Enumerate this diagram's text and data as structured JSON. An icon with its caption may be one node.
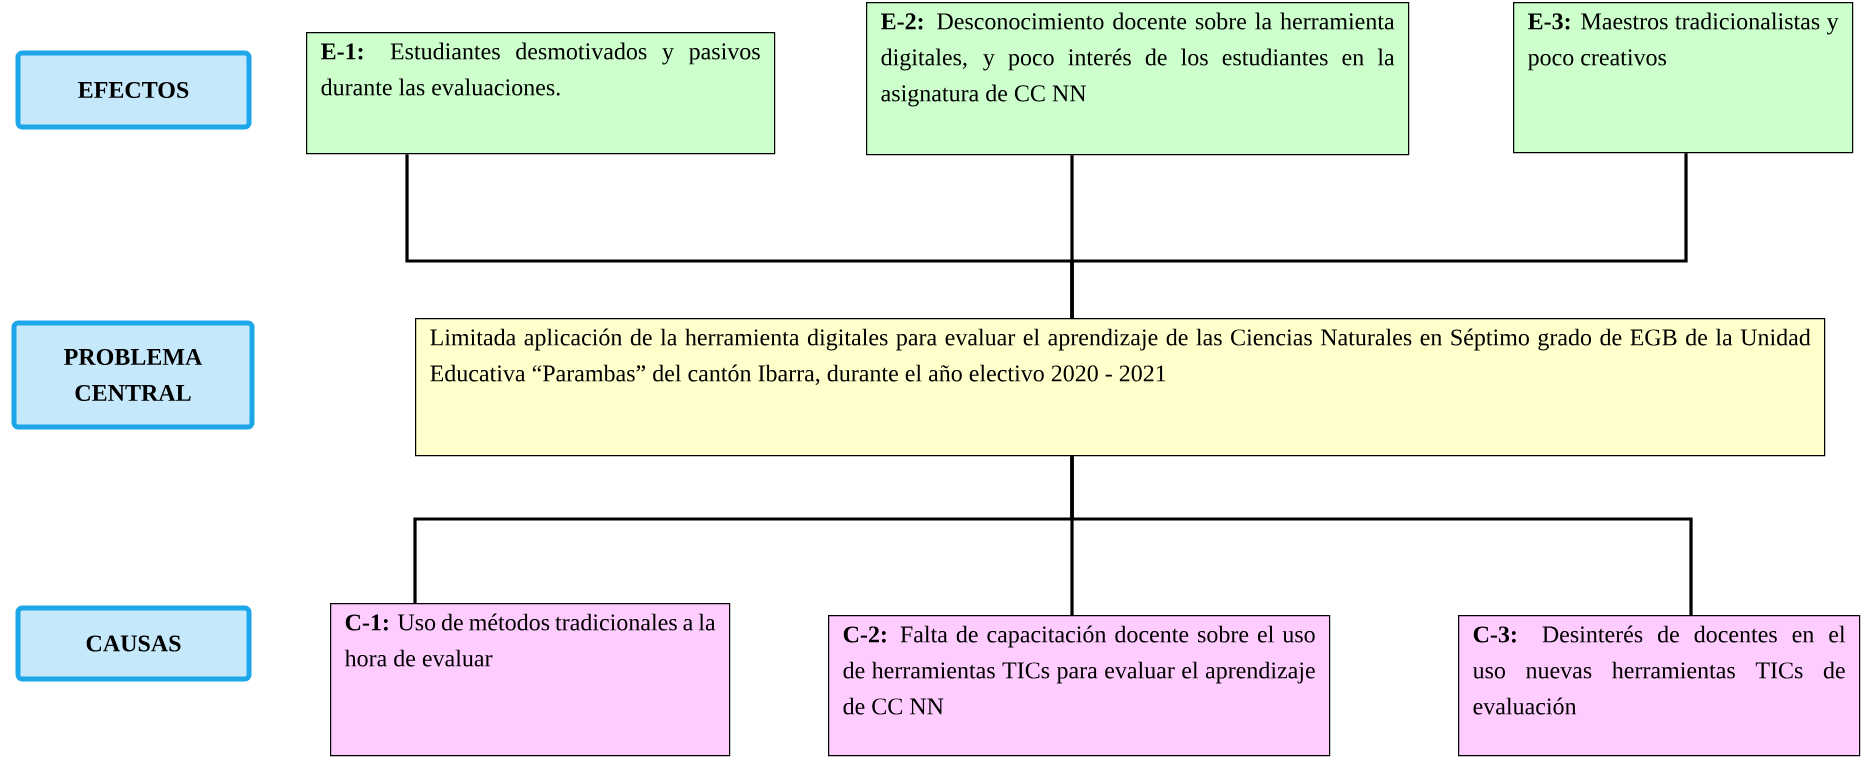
{
  "diagram": {
    "nodes": [
      {
        "text": [
          "EFECTOS"
        ]
      },
      {
        "text": [
          "**E-1:** Estudiantes desmotivados y pasivos durante las evaluaciones."
        ]
      },
      {
        "text": [
          "**E-2:** Desconocimiento docente sobre la herramienta digitales, y poco interés de los estudiantes en la asignatura de CC NN"
        ]
      },
      {
        "text": [
          "**E-3:** Maestros tradicionalistas y poco creativos"
        ]
      },
      {
        "text": [
          "PROBLEMA CENTRAL"
        ]
      },
      {
        "text": [
          "Limitada aplicación de la herramienta digitales para evaluar el aprendizaje de las Ciencias Naturales en Séptimo grado de EGB de la Unidad Educativa “Parambas” del cantón Ibarra, durante el año electivo 2020 - 2021"
        ]
      },
      {
        "text": [
          "CAUSAS"
        ]
      },
      {
        "text": [
          "**C-1:** Uso de métodos tradicionales a la hora de evaluar"
        ]
      },
      {
        "text": [
          "**C-2:** Falta de capacitación docente sobre el uso de herramientas TICs para evaluar el aprendizaje de CC NN"
        ]
      },
      {
        "text": [
          "**C-3:** Desinterés de docentes en el uso nuevas herramientas TICs de evaluación"
        ]
      }
    ],
    "edges": [
      {
        "from": 1,
        "to": 5,
        "arrow": "none"
      },
      {
        "from": 2,
        "to": 5,
        "arrow": "none"
      },
      {
        "from": 3,
        "to": 5,
        "arrow": "none"
      },
      {
        "from": 5,
        "to": 7,
        "arrow": "none"
      },
      {
        "from": 5,
        "to": 8,
        "arrow": "none"
      },
      {
        "from": 5,
        "to": 9,
        "arrow": "none"
      }
    ]
  }
}
